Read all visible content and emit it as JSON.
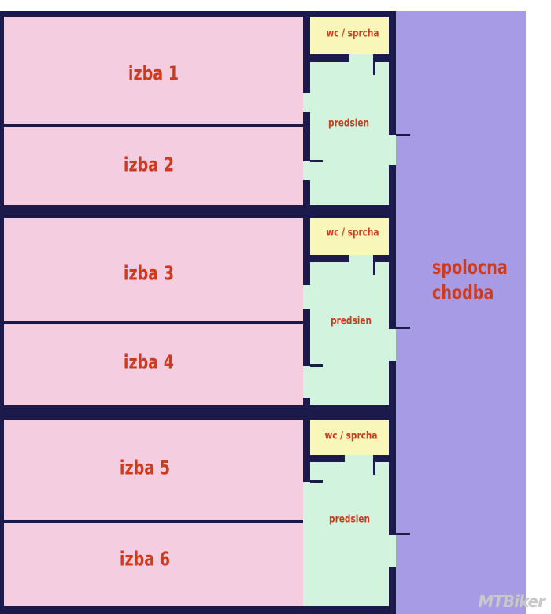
{
  "rooms": [
    {
      "label": "izba 1"
    },
    {
      "label": "izba 2"
    },
    {
      "label": "izba 3"
    },
    {
      "label": "izba 4"
    },
    {
      "label": "izba 5"
    },
    {
      "label": "izba 6"
    }
  ],
  "units": [
    {
      "wc_label": "wc / sprcha",
      "hall_label": "predsien"
    },
    {
      "wc_label": "wc / sprcha",
      "hall_label": "predsien"
    },
    {
      "wc_label": "wc / sprcha",
      "hall_label": "predsien"
    }
  ],
  "corridor": {
    "line1": "spolocna",
    "line2": "chodba"
  },
  "watermark": {
    "text": "MTBiker"
  },
  "colors": {
    "room": "#f4cee0",
    "hall": "#d2f4de",
    "wc": "#f9f6ba",
    "corridor": "#a79be6",
    "wall": "#1b1a4a",
    "label": "#cc3b1e"
  }
}
